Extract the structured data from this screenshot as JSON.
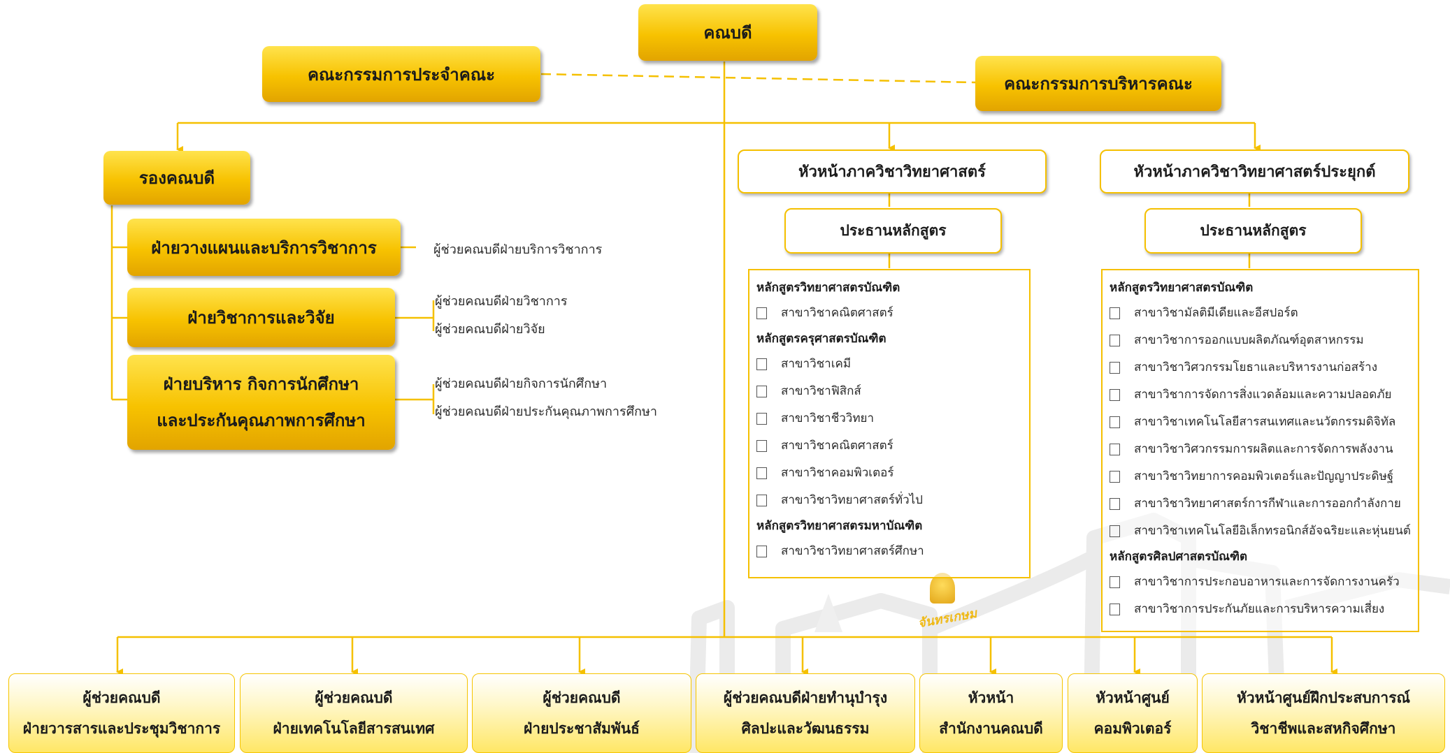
{
  "dean": "คณบดี",
  "faculty_committee": "คณะกรรมการประจำคณะ",
  "executive_committee": "คณะกรรมการบริหารคณะ",
  "vice_dean": "รองคณบดี",
  "divisions": [
    {
      "label": "ฝ่ายวางแผนและบริการวิชาการ",
      "assistants": [
        "ผู้ช่วยคณบดีฝ่ายบริการวิชาการ"
      ]
    },
    {
      "label": "ฝ่ายวิชาการและวิจัย",
      "assistants": [
        "ผู้ช่วยคณบดีฝ่ายวิชาการ",
        "ผู้ช่วยคณบดีฝ่ายวิจัย"
      ]
    },
    {
      "label_line1": "ฝ่ายบริหาร กิจการนักศึกษา",
      "label_line2": "และประกันคุณภาพการศึกษา",
      "assistants": [
        "ผู้ช่วยคณบดีฝ่ายกิจการนักศึกษา",
        "ผู้ช่วยคณบดีฝ่ายประกันคุณภาพการศึกษา"
      ]
    }
  ],
  "science_dept": {
    "head": "หัวหน้าภาควิชาวิทยาศาสตร์",
    "chair": "ประธานหลักสูตร",
    "programs": [
      {
        "name": "หลักสูตรวิทยาศาสตรบัณฑิต",
        "majors": [
          "สาขาวิชาคณิตศาสตร์"
        ]
      },
      {
        "name": "หลักสูตรครุศาสตรบัณฑิต",
        "majors": [
          "สาขาวิชาเคมี",
          "สาขาวิชาฟิสิกส์",
          "สาขาวิชาชีววิทยา",
          "สาขาวิชาคณิตศาสตร์",
          "สาขาวิชาคอมพิวเตอร์",
          "สาขาวิชาวิทยาศาสตร์ทั่วไป"
        ]
      },
      {
        "name": "หลักสูตรวิทยาศาสตรมหาบัณฑิต",
        "majors": [
          "สาขาวิชาวิทยาศาสตร์ศึกษา"
        ]
      }
    ]
  },
  "applied_dept": {
    "head": "หัวหน้าภาควิชาวิทยาศาสตร์ประยุกต์",
    "chair": "ประธานหลักสูตร",
    "programs": [
      {
        "name": "หลักสูตรวิทยาศาสตรบัณฑิต",
        "majors": [
          "สาขาวิชามัลติมีเดียและอีสปอร์ต",
          "สาขาวิชาการออกแบบผลิตภัณฑ์อุตสาหกรรม",
          "สาขาวิชาวิศวกรรมโยธาและบริหารงานก่อสร้าง",
          "สาขาวิชาการจัดการสิ่งแวดล้อมและความปลอดภัย",
          "สาขาวิชาเทคโนโลยีสารสนเทศและนวัตกรรมดิจิทัล",
          "สาขาวิชาวิศวกรรมการผลิตและการจัดการพลังงาน",
          "สาขาวิชาวิทยาการคอมพิวเตอร์และปัญญาประดิษฐ์",
          "สาขาวิชาวิทยาศาสตร์การกีฬาและการออกกำลังกาย",
          "สาขาวิชาเทคโนโลยีอิเล็กทรอนิกส์อัจฉริยะและหุ่นยนต์"
        ]
      },
      {
        "name": "หลักสูตรศิลปศาสตรบัณฑิต",
        "majors": [
          "สาขาวิชาการประกอบอาหารและการจัดการงานครัว",
          "สาขาวิชาการประกันภัยและการบริหารความเสี่ยง"
        ]
      }
    ]
  },
  "bottom_units": [
    {
      "line1": "ผู้ช่วยคณบดี",
      "line2": "ฝ่ายวารสารและประชุมวิชาการ"
    },
    {
      "line1": "ผู้ช่วยคณบดี",
      "line2": "ฝ่ายเทคโนโลยีสารสนเทศ"
    },
    {
      "line1": "ผู้ช่วยคณบดี",
      "line2": "ฝ่ายประชาสัมพันธ์"
    },
    {
      "line1": "ผู้ช่วยคณบดีฝ่ายทำนุบำรุง",
      "line2": "ศิลปะและวัฒนธรรม"
    },
    {
      "line1": "หัวหน้า",
      "line2": "สำนักงานคณบดี"
    },
    {
      "line1": "หัวหน้าศูนย์",
      "line2": "คอมพิวเตอร์"
    },
    {
      "line1": "หัวหน้าศูนย์ฝึกประสบการณ์",
      "line2": "วิชาชีพและสหกิจศึกษา"
    }
  ],
  "watermark_text": "จันทรเกษม",
  "colors": {
    "gold": "#f5c000",
    "gold_dark": "#e2a400",
    "gold_light": "#ffe34d"
  }
}
